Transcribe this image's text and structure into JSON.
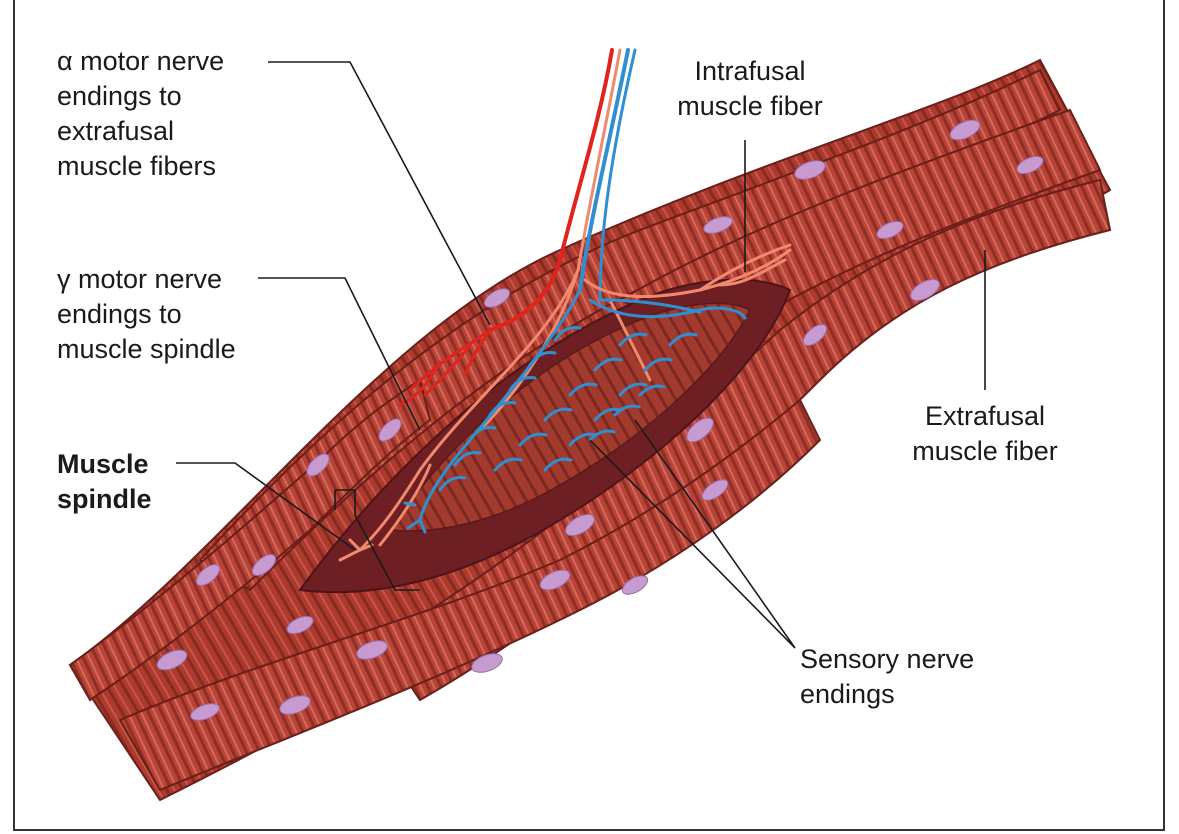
{
  "labels": {
    "alpha_motor": "α motor nerve\nendings to\nextrafusal\nmuscle fibers",
    "gamma_motor": "γ motor nerve\nendings to\nmuscle spindle",
    "muscle_spindle": "Muscle\nspindle",
    "intrafusal": "Intrafusal\nmuscle fiber",
    "extrafusal": "Extrafusal\nmuscle fiber",
    "sensory": "Sensory nerve\nendings"
  },
  "colors": {
    "muscle": "#a8372b",
    "muscle_dark": "#7a2420",
    "muscle_light": "#c9574a",
    "spindle_interior": "#6e1f24",
    "nucleus": "#c79ad0",
    "alpha_nerve": "#e0231d",
    "gamma_nerve": "#f08a6e",
    "sensory_nerve": "#2f8fd1",
    "leader_line": "#1a1a1a",
    "border": "#333333"
  }
}
